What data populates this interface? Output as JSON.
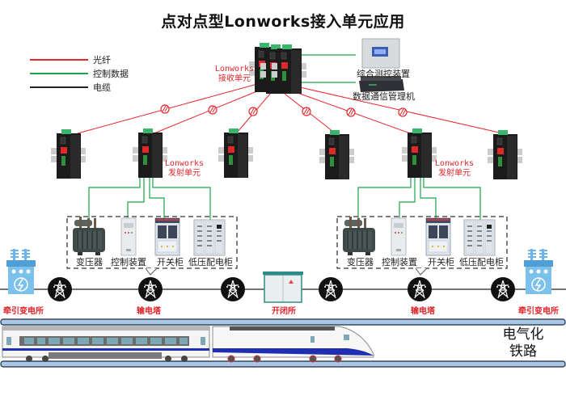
{
  "title": "点对点型Lonworks接入单元应用",
  "legend": [
    {
      "label": "光纤",
      "color": "#e8252b"
    },
    {
      "label": "控制数据",
      "color": "#1aa34a"
    },
    {
      "label": "电缆",
      "color": "#222222"
    }
  ],
  "receiver": {
    "label_line1": "Lonworks",
    "label_line2": "接收单元"
  },
  "transmitter": {
    "label_line1": "Lonworks",
    "label_line2": "发射单元"
  },
  "control_center": {
    "device1": "综合测控装置",
    "device2": "数据通信管理机"
  },
  "equipment_groups": [
    {
      "items": [
        "变压器",
        "控制装置",
        "开关柜",
        "低压配电柜"
      ]
    },
    {
      "items": [
        "变压器",
        "控制装置",
        "开关柜",
        "低压配电柜"
      ]
    }
  ],
  "sites": {
    "substation_left": "牵引变电所",
    "tower_left": "输电塔",
    "switching_station": "开闭所",
    "tower_right": "输电塔",
    "substation_right": "牵引变电所"
  },
  "railway": {
    "line1": "电气化",
    "line2": "铁路"
  },
  "colors": {
    "fiber": "#e8252b",
    "control": "#1aa34a",
    "cable": "#222222",
    "label_red": "#e0242a",
    "substation_blue": "#6bb5e8",
    "rail_blue": "#a9c6e6"
  }
}
